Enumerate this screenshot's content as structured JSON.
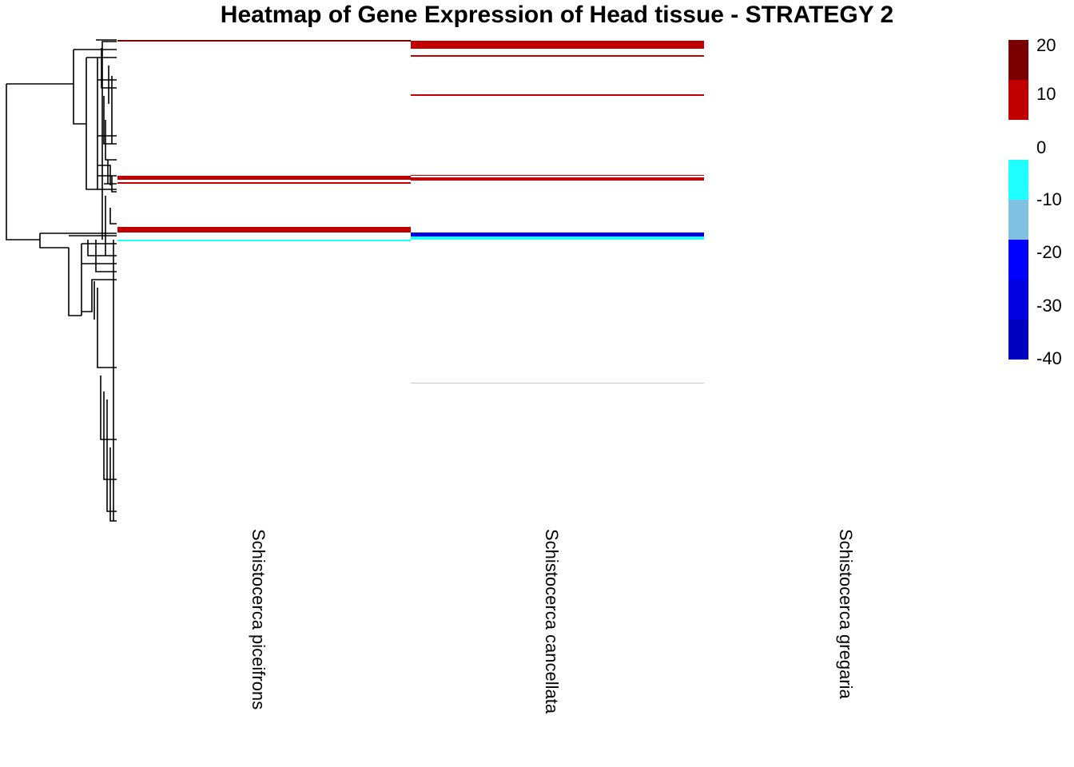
{
  "chart_data": {
    "type": "heatmap",
    "title": "Heatmap of Gene Expression of Head tissue - STRATEGY 2",
    "columns": [
      "Schistocerca piceifrons",
      "Schistocerca cancellata",
      "Schistocerca gregaria"
    ],
    "n_rows": 602,
    "default_value": 0,
    "bands": [
      [
        {
          "rows": [
            0,
            2
          ],
          "value": 18
        },
        {
          "rows": [
            13,
            14
          ],
          "value": -5
        },
        {
          "rows": [
            19,
            24
          ],
          "value": -5
        },
        {
          "rows": [
            170,
            175
          ],
          "value": 10
        },
        {
          "rows": [
            178,
            180
          ],
          "value": 10
        },
        {
          "rows": [
            234,
            241
          ],
          "value": 10
        },
        {
          "rows": [
            242,
            245
          ],
          "value": -5
        },
        {
          "rows": [
            250,
            252
          ],
          "value": -15
        },
        {
          "rows": [
            253,
            277
          ],
          "value": -5
        },
        {
          "rows": [
            282,
            284
          ],
          "value": -5
        },
        {
          "rows": [
            432,
            434
          ],
          "value": -5
        },
        {
          "rows": [
            494,
            506
          ],
          "value": -5
        }
      ],
      [
        {
          "rows": [
            1,
            11
          ],
          "value": 10
        },
        {
          "rows": [
            19,
            21
          ],
          "value": 10
        },
        {
          "rows": [
            68,
            70
          ],
          "value": 10
        },
        {
          "rows": [
            169,
            170
          ],
          "value": 10
        },
        {
          "rows": [
            172,
            176
          ],
          "value": 10
        },
        {
          "rows": [
            241,
            246
          ],
          "value": -40
        },
        {
          "rows": [
            246,
            250
          ],
          "value": -15
        },
        {
          "rows": [
            250,
            252
          ],
          "value": -5
        },
        {
          "rows": [
            253,
            255
          ],
          "value": -5
        },
        {
          "rows": [
            276,
            290
          ],
          "value": -5
        },
        {
          "rows": [
            293,
            295
          ],
          "value": -5
        },
        {
          "rows": [
            296,
            318
          ],
          "value": -5
        },
        {
          "rows": [
            320,
            328
          ],
          "value": -5
        },
        {
          "rows": [
            337,
            339
          ],
          "value": -5
        },
        {
          "rows": [
            342,
            344
          ],
          "value": -5
        },
        {
          "rows": [
            429,
            430
          ],
          "value": -1
        }
      ],
      [
        {
          "rows": [
            288,
            297
          ],
          "value": -5
        },
        {
          "rows": [
            576,
            578
          ],
          "value": -5
        }
      ]
    ],
    "legend": {
      "ticks": [
        "20",
        "10",
        "0",
        "-10",
        "-20",
        "-30",
        "-40"
      ],
      "breaks": [
        {
          "range": [
            15,
            20
          ],
          "color": "#7a0000"
        },
        {
          "range": [
            5,
            15
          ],
          "color": "#c00000"
        },
        {
          "range": [
            -5,
            5
          ],
          "color": "#ffffff"
        },
        {
          "range": [
            -15,
            -5
          ],
          "color": "#20ffff"
        },
        {
          "range": [
            -25,
            -15
          ],
          "color": "#80c0e0"
        },
        {
          "range": [
            -35,
            -25
          ],
          "color": "#0000ff"
        },
        {
          "range": [
            -40,
            -35
          ],
          "color": "#0000e0"
        },
        {
          "range": [
            -45,
            -40
          ],
          "color": "#0000c0"
        }
      ],
      "placement": "right"
    }
  }
}
